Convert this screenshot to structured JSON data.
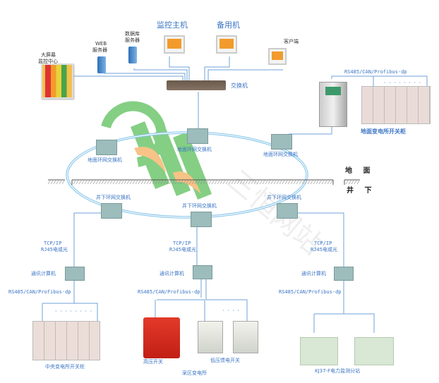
{
  "diagram": {
    "top_devices": {
      "big_screen": {
        "line1": "大屏幕",
        "line2": "监控中心"
      },
      "web_server": {
        "line1": "WEB",
        "line2": "服务器"
      },
      "db_server": {
        "line1": "数据库",
        "line2": "服务器"
      },
      "monitor_host": "监控主机",
      "backup_host": "备用机",
      "client": "客户端",
      "switch": "交换机"
    },
    "surface_substation": {
      "bus_label": "RS485/CAN/Profibus-dp",
      "dots": "· · · · · · · ·",
      "title": "地面变电所开关柜"
    },
    "ring": {
      "surface_switches": [
        "地面环网交换机",
        "地面环网交换机",
        "地面环网交换机"
      ],
      "underground_switches": [
        "井下环网交换机",
        "井下环网交换机",
        "井下环网交换机"
      ]
    },
    "ground": {
      "above": "地 面",
      "below": "井 下"
    },
    "branches": [
      {
        "link_line1": "TCP/IP",
        "link_line2": "RJ45电或光",
        "comm_computer": "通讯计算机",
        "bus_label": "RS485/CAN/Profibus-dp",
        "dots": "· · · · · · · ·",
        "equipment_title": "中央变电所开关柜"
      },
      {
        "link_line1": "TCP/IP",
        "link_line2": "RJ45电或光",
        "comm_computer": "通讯计算机",
        "bus_label": "RS485/CAN/Profibus-dp",
        "dots": "· · · ·",
        "hv_switch": "高压开关",
        "lv_switch": "低压馈电开关",
        "equipment_title": "采区变电所"
      },
      {
        "link_line1": "TCP/IP",
        "link_line2": "RJ45电或光",
        "comm_computer": "通讯计算机",
        "bus_label": "RS485/CAN/Profibus-dp",
        "equipment_title": "KJ37-F电力监测分站"
      }
    ],
    "watermark": {
      "logo": "SHH",
      "text": "三恒网站"
    },
    "colors": {
      "line_blue": "#6fa0d8",
      "label_blue": "#3a74c4",
      "ring_blue": "#8cc8ea",
      "logo_green": "#5cbf5c",
      "logo_orange": "#f5b060"
    }
  }
}
